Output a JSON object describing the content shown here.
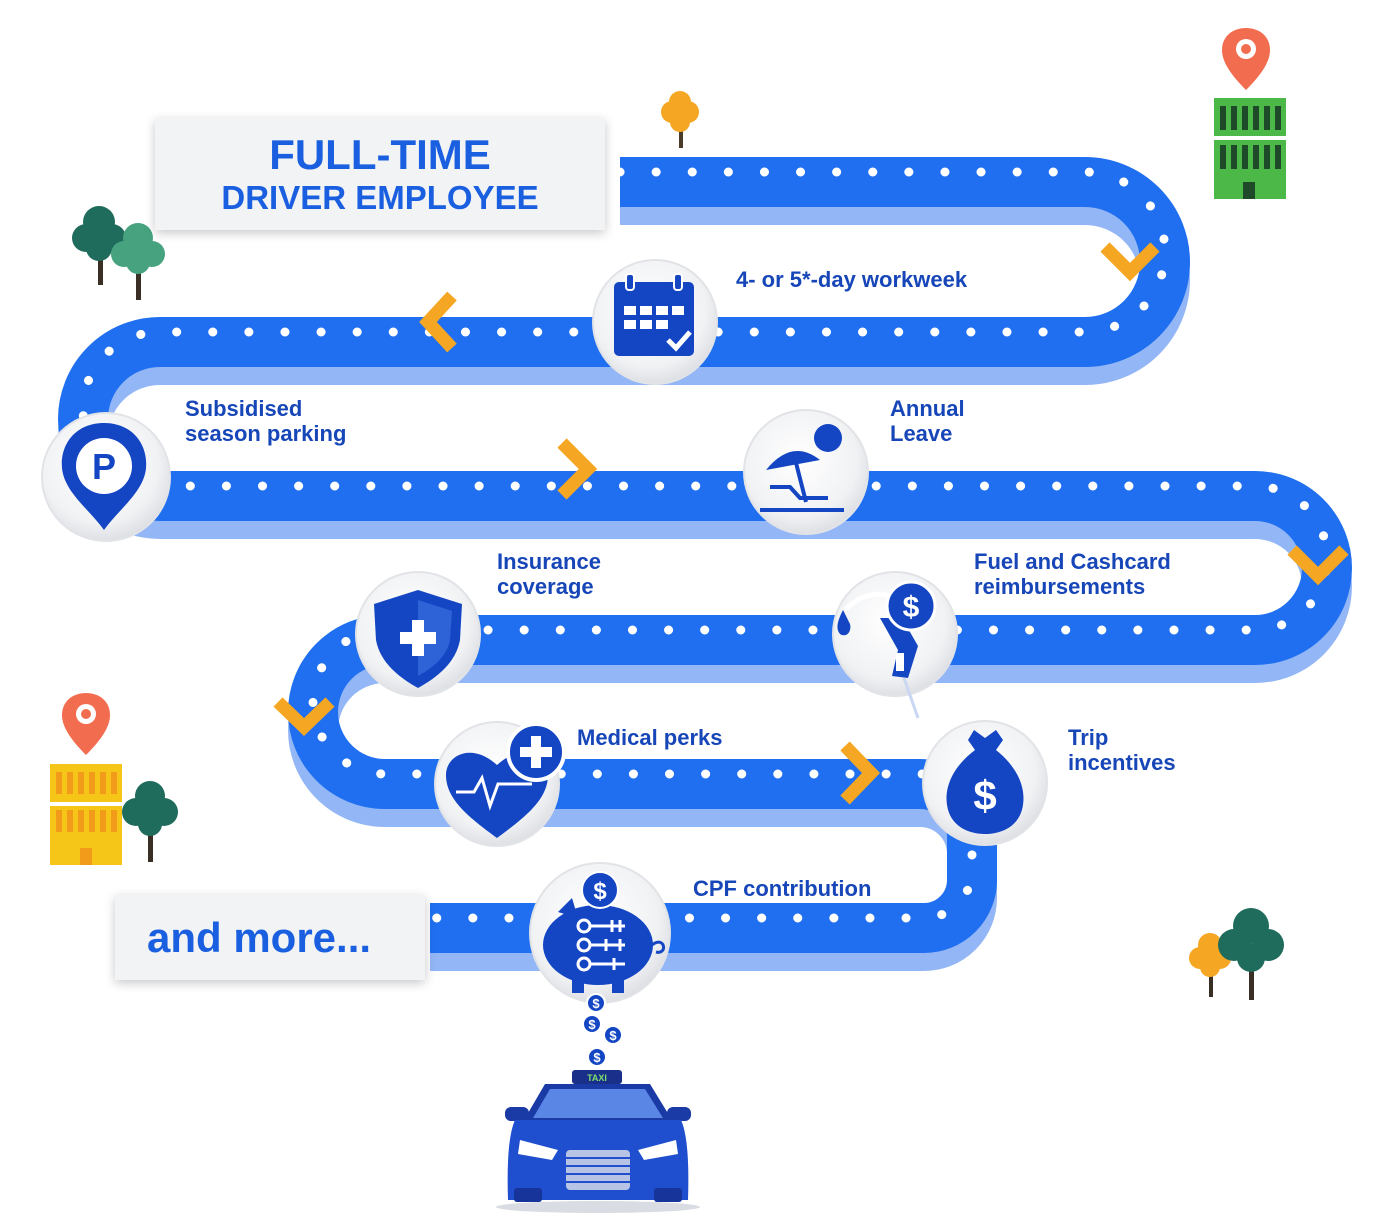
{
  "title": {
    "line1": "FULL-TIME",
    "line2": "DRIVER EMPLOYEE"
  },
  "benefits": [
    {
      "icon": "calendar-icon",
      "lines": [
        "4- or 5*-day workweek"
      ]
    },
    {
      "icon": "parking-pin-icon",
      "lines": [
        "Subsidised",
        "season parking"
      ]
    },
    {
      "icon": "beach-umbrella-icon",
      "lines": [
        "Annual",
        "Leave"
      ]
    },
    {
      "icon": "shield-plus-icon",
      "lines": [
        "Insurance",
        "coverage"
      ]
    },
    {
      "icon": "fuel-nozzle-icon",
      "lines": [
        "Fuel and Cashcard",
        "reimbursements"
      ]
    },
    {
      "icon": "heart-plus-icon",
      "lines": [
        "Medical perks"
      ]
    },
    {
      "icon": "money-bag-icon",
      "lines": [
        "Trip",
        "incentives"
      ]
    },
    {
      "icon": "piggy-bank-icon",
      "lines": [
        "CPF contribution"
      ]
    }
  ],
  "more": {
    "label": "and more..."
  },
  "taxi_sign": "TAXI",
  "colors": {
    "road": "#1f6ff0",
    "road_shadow": "#93b6f6",
    "arrow": "#f5a623",
    "text": "#1746b8",
    "icon": "#1446c4",
    "pin": "#f26d4f",
    "building_green": "#4cb848",
    "building_yellow": "#f5c518",
    "tree_dark": "#1f6b5c",
    "tree_light": "#47a37f",
    "tree_orange": "#f5a623"
  }
}
